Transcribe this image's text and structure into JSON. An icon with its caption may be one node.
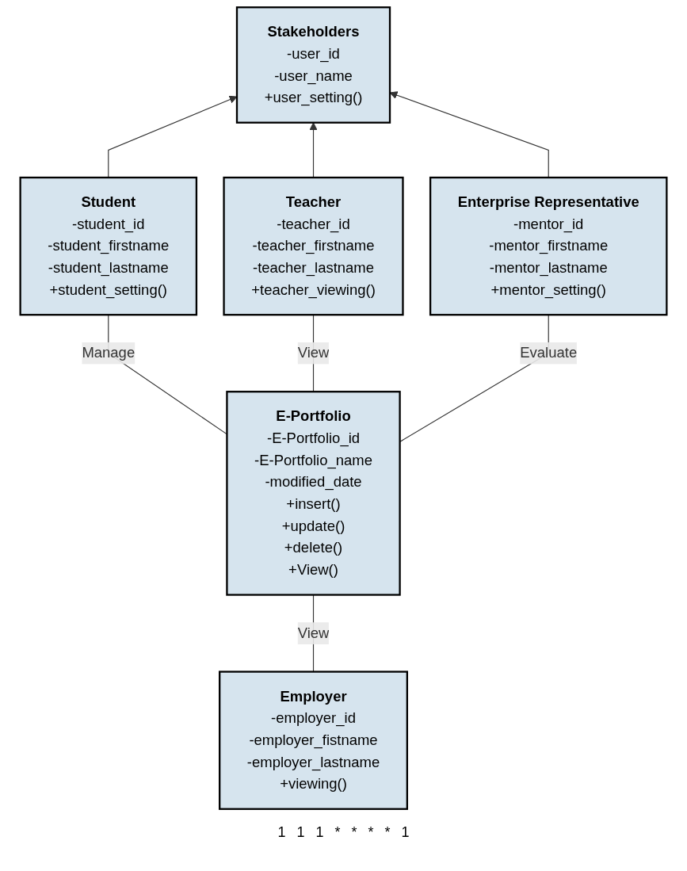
{
  "diagram": {
    "nodes": [
      {
        "text": [
          "Stakeholders",
          "-user_id",
          "-user_name",
          "+user_setting()"
        ]
      },
      {
        "text": [
          "Student",
          "-student_id",
          "-student_firstname",
          "-student_lastname",
          "+student_setting()"
        ]
      },
      {
        "text": [
          "Teacher",
          "-teacher_id",
          "-teacher_firstname",
          "-teacher_lastname",
          "+teacher_viewing()"
        ]
      },
      {
        "text": [
          "Enterprise Representative",
          "-mentor_id",
          "-mentor_firstname",
          "-mentor_lastname",
          "+mentor_setting()"
        ]
      },
      {
        "text": [
          "E-Portfolio",
          "-E-Portfolio_id",
          "-E-Portfolio_name",
          "-modified_date",
          "+insert()",
          "+update()",
          "+delete()",
          "+View()"
        ]
      },
      {
        "text": [
          "Employer",
          "-employer_id",
          "-employer_fistname",
          "-employer_lastname",
          "+viewing()"
        ]
      }
    ],
    "edges": [
      {
        "from": 1,
        "to": 0,
        "arrow": "to"
      },
      {
        "from": 2,
        "to": 0,
        "arrow": "to"
      },
      {
        "from": 3,
        "to": 0,
        "arrow": "to"
      },
      {
        "from": 2,
        "to": 4,
        "arrow": "none",
        "label": "View"
      },
      {
        "from": 1,
        "to": 4,
        "arrow": "none",
        "label": "Manage"
      },
      {
        "from": 3,
        "to": 4,
        "arrow": "none",
        "label": "Evaluate"
      },
      {
        "from": 4,
        "to": 5,
        "arrow": "none",
        "label": "View"
      }
    ],
    "labels": [
      "1",
      "1",
      "1",
      "*",
      "*",
      "*",
      "*",
      "1"
    ]
  }
}
